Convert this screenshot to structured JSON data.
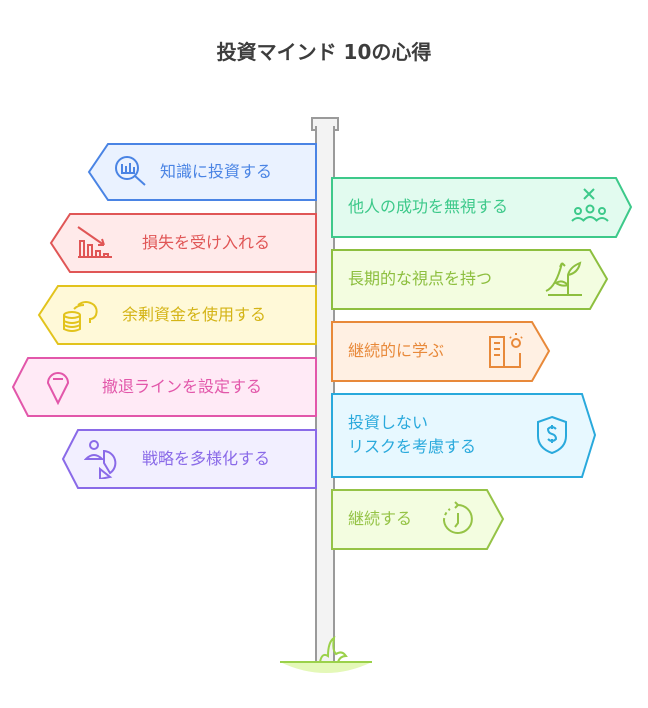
{
  "title": "投資マインド 10の心得",
  "left_signs": [
    {
      "label": "知識に投資する",
      "icon": "magnifier-chart-icon",
      "stroke": "#4a84e4",
      "fill": "#eaf2ff"
    },
    {
      "label": "損失を受け入れる",
      "icon": "declining-chart-icon",
      "stroke": "#e05656",
      "fill": "#ffeaea"
    },
    {
      "label": "余剰資金を使用する",
      "icon": "piggy-bank-coins-icon",
      "stroke": "#e2c31c",
      "fill": "#fff9d8"
    },
    {
      "label": "撤退ラインを設定する",
      "icon": "map-pin-icon",
      "stroke": "#e257aa",
      "fill": "#ffeaf6"
    },
    {
      "label": "戦略を多様化する",
      "icon": "person-pie-chart-icon",
      "stroke": "#8a6ae8",
      "fill": "#f2efff"
    }
  ],
  "right_signs": [
    {
      "label": "他人の成功を無視する",
      "icon": "people-cross-icon",
      "stroke": "#3dc98a",
      "fill": "#e2fbef"
    },
    {
      "label": "長期的な視点を持つ",
      "icon": "plant-growth-icon",
      "stroke": "#8dbf3f",
      "fill": "#f3fde0"
    },
    {
      "label": "継続的に学ぶ",
      "icon": "book-lightbulb-icon",
      "stroke": "#e8893a",
      "fill": "#fff0e3"
    },
    {
      "label_line1": "投資しない",
      "label_line2": "リスクを考慮する",
      "icon": "shield-dollar-icon",
      "stroke": "#29a9dc",
      "fill": "#e7f8ff"
    },
    {
      "label": "継続する",
      "icon": "timer-cycle-icon",
      "stroke": "#95c346",
      "fill": "#f3fde0"
    }
  ]
}
